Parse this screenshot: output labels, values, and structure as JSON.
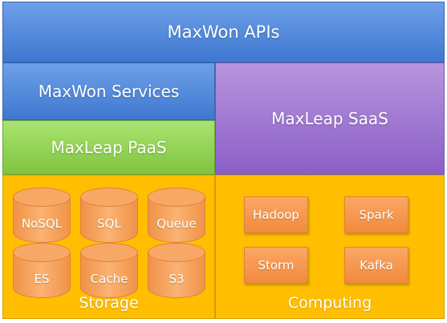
{
  "apis": "MaxWon APIs",
  "services": "MaxWon Services",
  "paas": "MaxLeap PaaS",
  "saas": "MaxLeap SaaS",
  "storage": {
    "label": "Storage",
    "items": [
      "NoSQL",
      "SQL",
      "Queue",
      "ES",
      "Cache",
      "S3"
    ]
  },
  "computing": {
    "label": "Computing",
    "items": [
      "Hadoop",
      "Spark",
      "Storm",
      "Kafka"
    ]
  },
  "colors": {
    "blue_layer": "#4f86d8",
    "green_layer": "#8ed356",
    "purple_layer": "#9b6fd0",
    "orange_panel": "#ffbf00",
    "component": "#f4a058"
  }
}
